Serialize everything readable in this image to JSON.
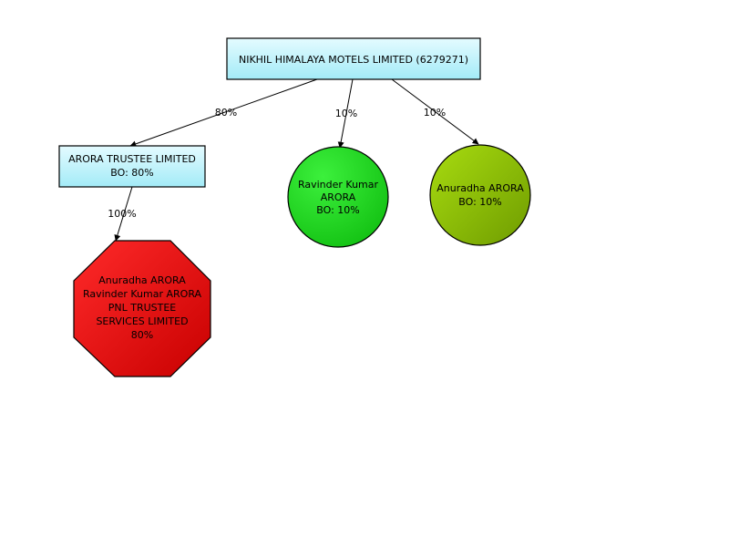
{
  "colors": {
    "company_box_top": "#dff9ff",
    "company_box_bottom": "#a6ecf8",
    "green_person": "#22dd22",
    "olive_person": "#8fc400",
    "red_octagon": "#e81010",
    "edge": "#000000"
  },
  "nodes": {
    "root": {
      "label": "NIKHIL HIMALAYA MOTELS LIMITED (6279271)",
      "shape": "rect"
    },
    "arora_trustee": {
      "line1": "ARORA TRUSTEE LIMITED",
      "line2": "BO: 80%",
      "shape": "rect"
    },
    "ravinder": {
      "line1": "Ravinder Kumar",
      "line2": "ARORA",
      "line3": "BO: 10%",
      "shape": "circle"
    },
    "anuradha": {
      "line1": "Anuradha ARORA",
      "line2": "BO: 10%",
      "shape": "circle"
    },
    "pnl_trustee": {
      "line1": "Anuradha ARORA",
      "line2": "Ravinder Kumar ARORA",
      "line3": "PNL TRUSTEE",
      "line4": "SERVICES LIMITED",
      "line5": "80%",
      "shape": "octagon"
    }
  },
  "edges": {
    "root_to_arora": "80%",
    "root_to_ravinder": "10%",
    "root_to_anuradha": "10%",
    "arora_to_pnl": "100%"
  }
}
